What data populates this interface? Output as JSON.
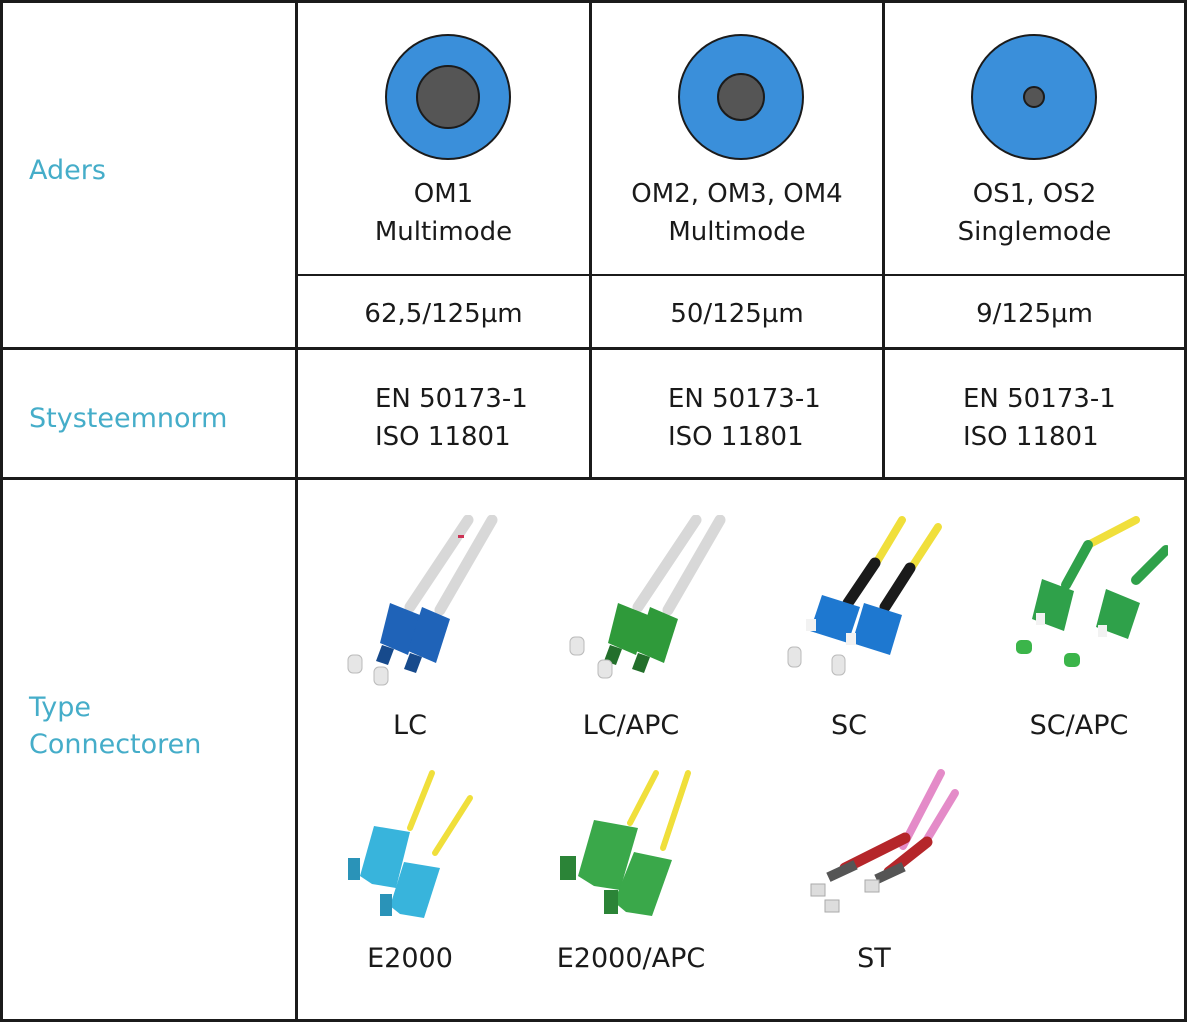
{
  "rows": {
    "aders": "Aders",
    "systeemnorm": "Stysteemnorm",
    "connectoren": "Type\nConnectoren"
  },
  "fibers": [
    {
      "type": "OM1",
      "mode": "Multimode",
      "size": "62,5/125µm",
      "norm1": "EN 50173-1",
      "norm2": "ISO 11801",
      "core_fraction": 0.5
    },
    {
      "type": "OM2, OM3, OM4",
      "mode": "Multimode",
      "size": "50/125µm",
      "norm1": "EN 50173-1",
      "norm2": "ISO 11801",
      "core_fraction": 0.37
    },
    {
      "type": "OS1, OS2",
      "mode": "Singlemode",
      "size": "9/125µm",
      "norm1": "EN 50173-1",
      "norm2": "ISO 11801",
      "core_fraction": 0.16
    }
  ],
  "connectors": [
    {
      "label": "LC",
      "icon": "lc-duplex-connector-icon",
      "body_color": "#1f63b8",
      "cable_color": "#dcdcdc"
    },
    {
      "label": "LC/APC",
      "icon": "lc-apc-duplex-connector-icon",
      "body_color": "#2f9a3a",
      "cable_color": "#dcdcdc"
    },
    {
      "label": "SC",
      "icon": "sc-duplex-connector-icon",
      "body_color": "#1e78d0",
      "cable_color": "#f0df3b"
    },
    {
      "label": "SC/APC",
      "icon": "sc-apc-duplex-connector-icon",
      "body_color": "#2fa14a",
      "cable_color": "#f0df3b"
    },
    {
      "label": "E2000",
      "icon": "e2000-duplex-connector-icon",
      "body_color": "#38b4dc",
      "cable_color": "#f0df3b"
    },
    {
      "label": "E2000/APC",
      "icon": "e2000-apc-duplex-connector-icon",
      "body_color": "#3aa84a",
      "cable_color": "#f0df3b"
    },
    {
      "label": "ST",
      "icon": "st-duplex-connector-icon",
      "body_color": "#b5262a",
      "cable_color": "#e48bc8"
    }
  ],
  "colors": {
    "label": "#45adc9",
    "cladding": "#3a8fda",
    "core": "#555555",
    "grid": "#1b1b1b"
  }
}
